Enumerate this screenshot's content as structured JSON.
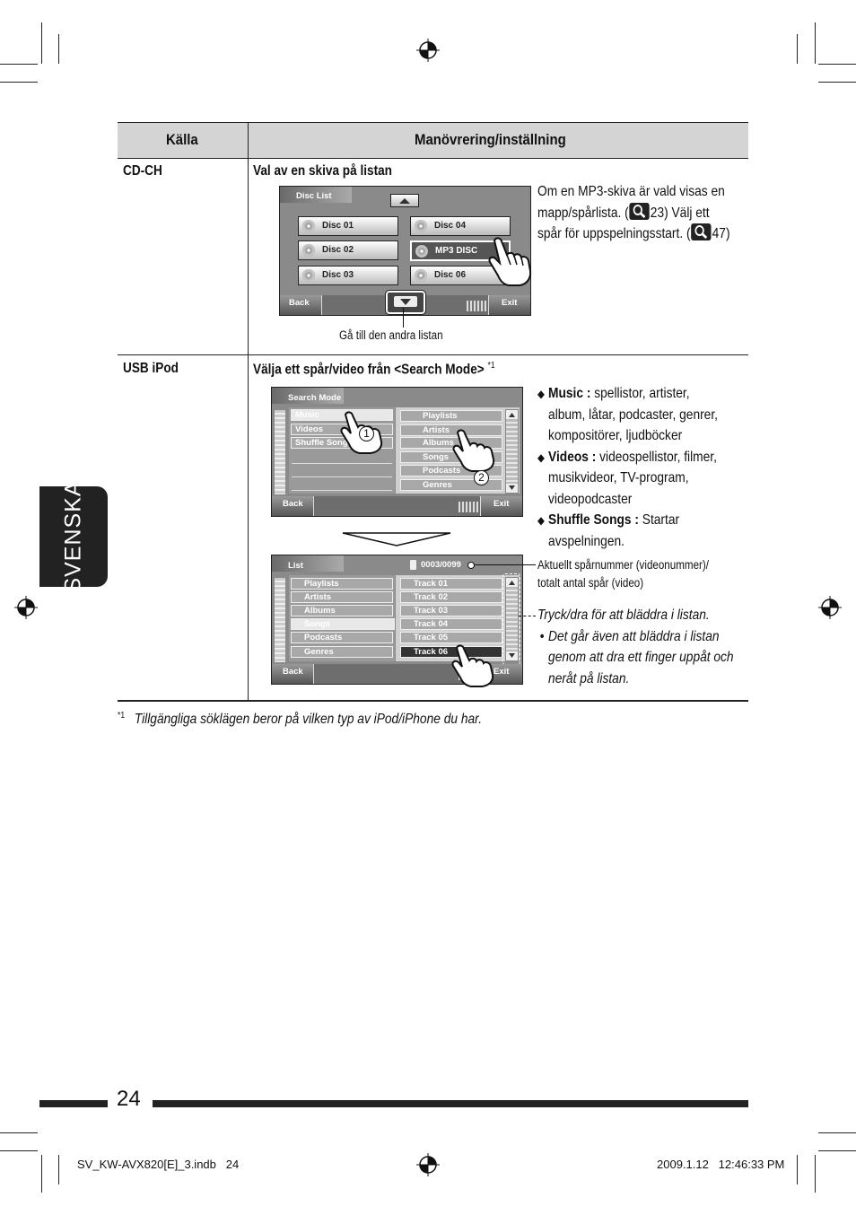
{
  "table": {
    "col1_header": "Källa",
    "col2_header": "Manövrering/inställning",
    "rows": [
      {
        "source": "CD-CH",
        "heading": "Val av en skiva på listan",
        "screen": {
          "title": "Disc List",
          "discs": [
            "Disc 01",
            "Disc 02",
            "Disc 03",
            "Disc 04",
            "MP3 DISC",
            "Disc 06"
          ],
          "back": "Back",
          "exit": "Exit"
        },
        "callout": "Gå till den andra listan",
        "note_lines": [
          "Om en MP3-skiva är vald visas en",
          "mapp/spårlista. (",
          "23) Välj ett",
          "spår för uppspelningsstart. (",
          "47)"
        ]
      },
      {
        "source": "USB iPod",
        "heading": "Välja ett spår/video från <Search Mode>",
        "heading_sup": "*1",
        "search_screen": {
          "title": "Search Mode",
          "modes": [
            "Music",
            "Videos",
            "Shuffle Songs"
          ],
          "categories": [
            "Playlists",
            "Artists",
            "Albums",
            "Songs",
            "Podcasts",
            "Genres"
          ],
          "back": "Back",
          "exit": "Exit",
          "step1": "1",
          "step2": "2"
        },
        "list_screen": {
          "title": "List",
          "counter": "0003/0099",
          "categories": [
            "Playlists",
            "Artists",
            "Albums",
            "Songs",
            "Podcasts",
            "Genres"
          ],
          "tracks": [
            "Track 01",
            "Track 02",
            "Track 03",
            "Track 04",
            "Track 05",
            "Track 06"
          ],
          "back": "Back",
          "exit": "Exit"
        },
        "bullets": [
          {
            "term": "Music :",
            "text_lines": [
              "spellistor, artister,",
              "album, låtar, podcaster, genrer,",
              "kompositörer, ljudböcker"
            ]
          },
          {
            "term": "Videos :",
            "text_lines": [
              "videospellistor, filmer,",
              "musikvideor, TV-program,",
              "videopodcaster"
            ]
          },
          {
            "term": "Shuffle Songs :",
            "text_lines": [
              "Startar",
              "avspelningen."
            ]
          }
        ],
        "counter_note_lines": [
          "Aktuellt spårnummer (videonummer)/",
          "totalt antal spår (video)"
        ],
        "scroll_note": "Tryck/dra för att bläddra i listan.",
        "scroll_sub_lines": [
          "Det går även att bläddra i listan",
          "genom att dra ett finger uppåt och",
          "neråt på listan."
        ]
      }
    ]
  },
  "footnote_mark": "*1",
  "footnote": "Tillgängliga söklägen beror på vilken typ av iPod/iPhone du har.",
  "side_tab": "SVENSKA",
  "page_number": "24",
  "print_info": {
    "file": "SV_KW-AVX820[E]_3.indb   24",
    "date": "2009.1.12   12:46:33 PM"
  }
}
